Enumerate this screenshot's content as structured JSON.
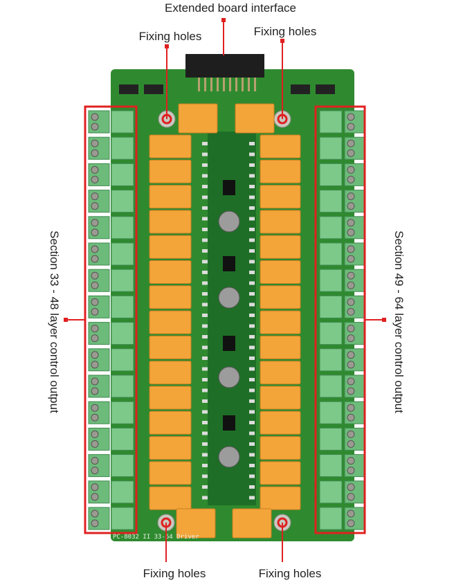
{
  "annotations": {
    "extended_interface": "Extended  board interface",
    "fixing_holes_top_left": "Fixing holes",
    "fixing_holes_top_right": "Fixing holes",
    "fixing_holes_bottom_left": "Fixing holes",
    "fixing_holes_bottom_right": "Fixing holes",
    "left_section": "Section 33 - 48 layer control output",
    "right_section": "Section 49 - 64 layer control output"
  },
  "board": {
    "silkscreen": "PC-8032 II 33-64 Driver",
    "terminals_per_side": 16,
    "relays_per_column": 15
  },
  "colors": {
    "annotation": "#e02020",
    "pcb": "#2f8a2f",
    "relay": "#f3a53a",
    "terminal": "#6dbb7a"
  }
}
